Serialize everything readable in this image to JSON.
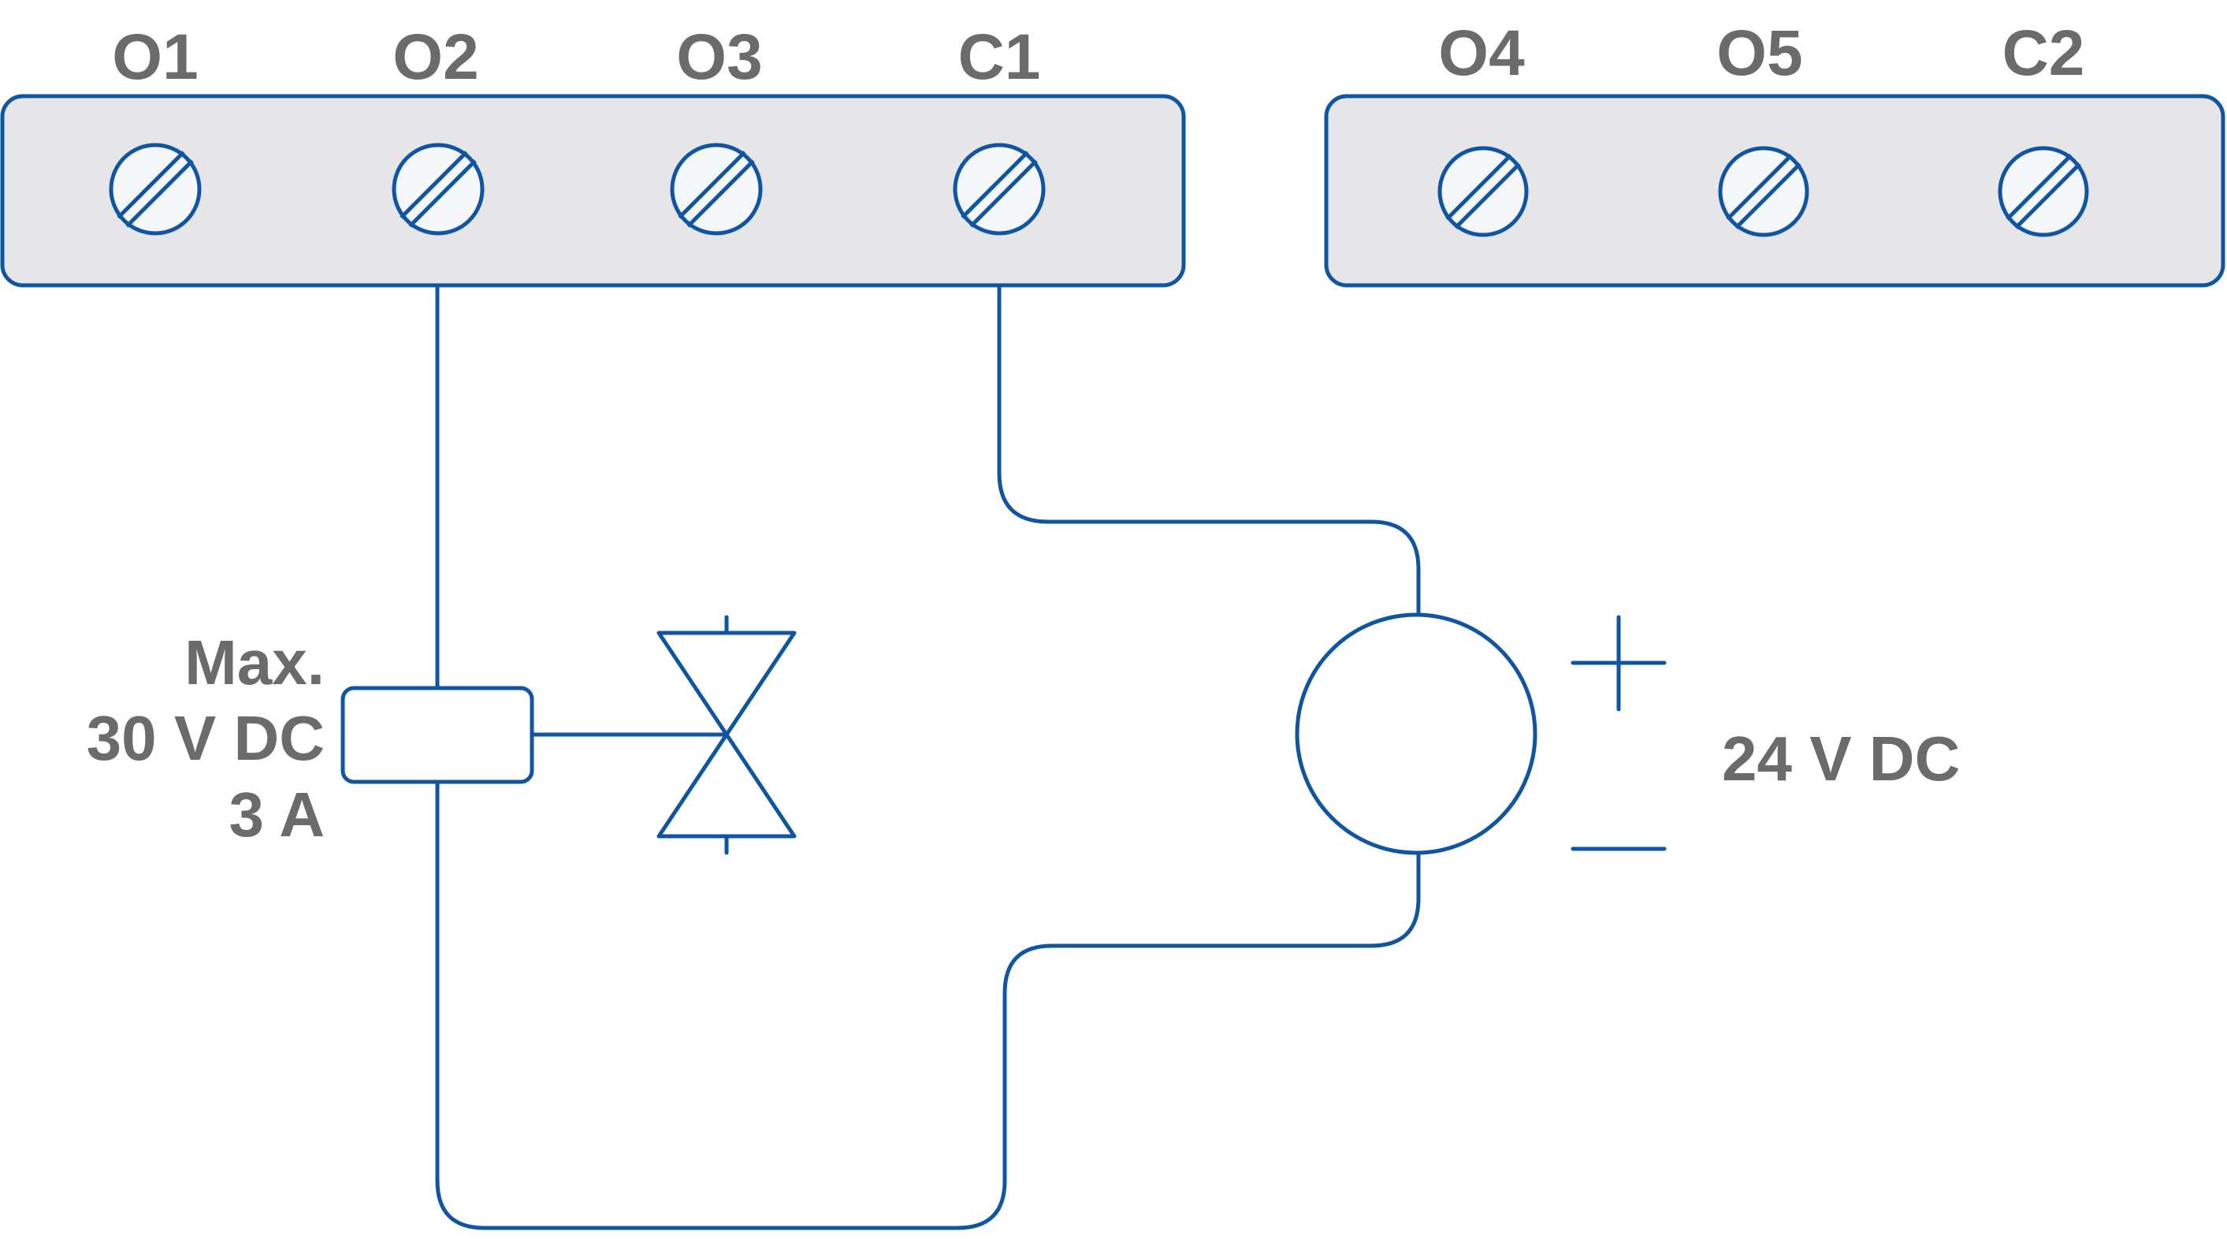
{
  "terminal_blocks": [
    {
      "terminals": [
        {
          "label": "O1"
        },
        {
          "label": "O2"
        },
        {
          "label": "O3"
        },
        {
          "label": "C1"
        }
      ]
    },
    {
      "terminals": [
        {
          "label": "O4"
        },
        {
          "label": "O5"
        },
        {
          "label": "C2"
        }
      ]
    }
  ],
  "relay_rating": {
    "line1": "Max.",
    "line2": "30 V DC",
    "line3": "3 A"
  },
  "power_supply": {
    "voltage": "24 V DC",
    "plus_symbol": "+",
    "minus_symbol": "−"
  },
  "colors": {
    "line": "#0f55a1",
    "strip_fill": "#e6e6e8",
    "label_text": "#6b6b6b"
  },
  "icons": [
    "screw-terminal-icon",
    "solenoid-valve-icon",
    "dc-source-icon"
  ]
}
